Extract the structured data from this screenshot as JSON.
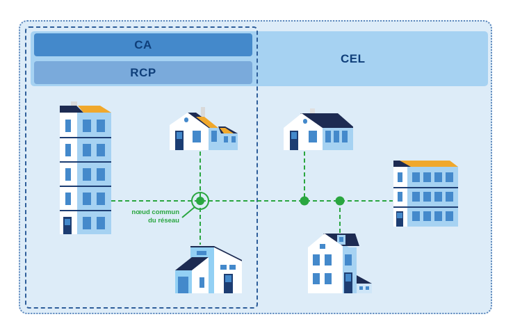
{
  "labels": {
    "ca": "CA",
    "rcp": "RCP",
    "cel": "CEL",
    "node_line1": "nœud commun",
    "node_line2": "du réseau"
  },
  "colors": {
    "background": "#ddecf8",
    "outer_border": "#5b86bb",
    "cel_band": "#a6d2f2",
    "ca_band": "#4489cb",
    "rcp_band": "#7aaadb",
    "label_text": "#0f3f7a",
    "network": "#2aa640",
    "roof_dark": "#1d2b52",
    "solar": "#f0a82c"
  },
  "buildings": [
    {
      "name": "apartment-tower",
      "type": "multi-storey",
      "floors": 5,
      "solar_roof": true,
      "zone": "RCP"
    },
    {
      "name": "house-solar",
      "type": "house",
      "solar_roof": true,
      "zone": "RCP"
    },
    {
      "name": "house-modern",
      "type": "house",
      "solar_roof": false,
      "zone": "RCP"
    },
    {
      "name": "house-plain",
      "type": "house",
      "solar_roof": false,
      "zone": "CEL"
    },
    {
      "name": "apartment-block",
      "type": "multi-storey",
      "floors": 3,
      "solar_roof": true,
      "zone": "CEL"
    },
    {
      "name": "house-tall",
      "type": "house",
      "solar_roof": false,
      "zone": "CEL"
    }
  ],
  "network": {
    "common_node": "nœud commun du réseau",
    "junctions": 3
  }
}
